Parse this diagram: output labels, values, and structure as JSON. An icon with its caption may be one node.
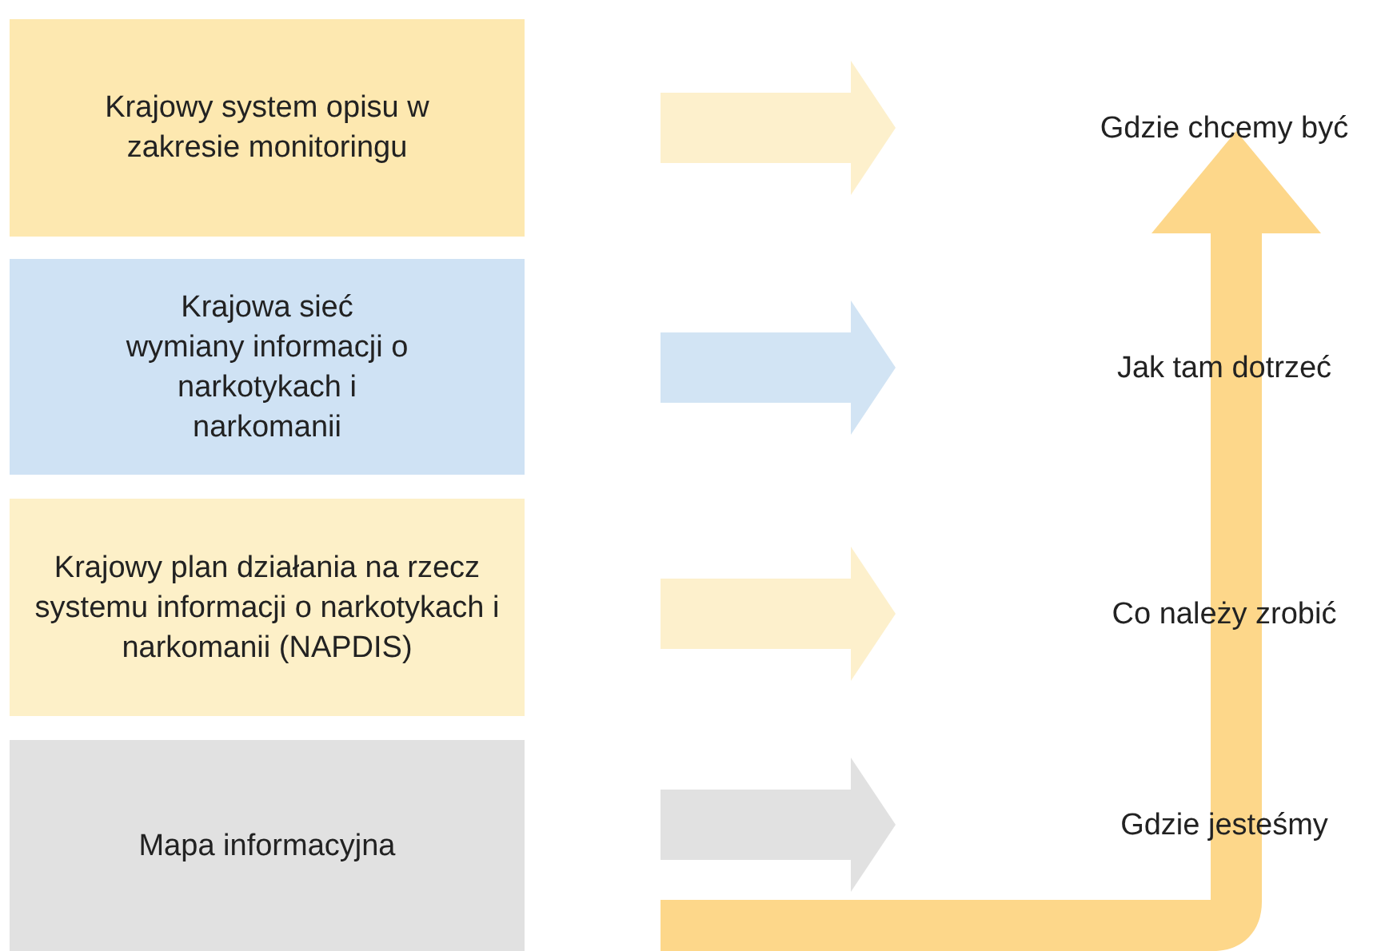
{
  "diagram": {
    "nodes": [
      {
        "text": [
          "Krajowy system opisu w zakresie monitoringu"
        ]
      },
      {
        "text": [
          "Krajowa sieć wymiany informacji o narkotykach i narkomanii"
        ]
      },
      {
        "text": [
          "Krajowy plan działania na rzecz systemu informacji o narkotykach i narkomanii (NAPDIS)"
        ]
      },
      {
        "text": [
          "Mapa informacyjna"
        ]
      },
      {
        "text": [
          "Gdzie chcemy być"
        ]
      },
      {
        "text": [
          "Jak tam dotrzeć"
        ]
      },
      {
        "text": [
          "Co należy zrobić"
        ]
      },
      {
        "text": [
          "Gdzie jesteśmy"
        ]
      }
    ],
    "edges": [
      {
        "from": 0,
        "to": 4,
        "arrow": "to",
        "color": "#fdf0cc"
      },
      {
        "from": 1,
        "to": 5,
        "arrow": "to",
        "color": "#d2e4f4"
      },
      {
        "from": 2,
        "to": 6,
        "arrow": "to",
        "color": "#fdf0cc"
      },
      {
        "from": 3,
        "to": 7,
        "arrow": "to",
        "color": "#e1e1e1"
      }
    ]
  }
}
